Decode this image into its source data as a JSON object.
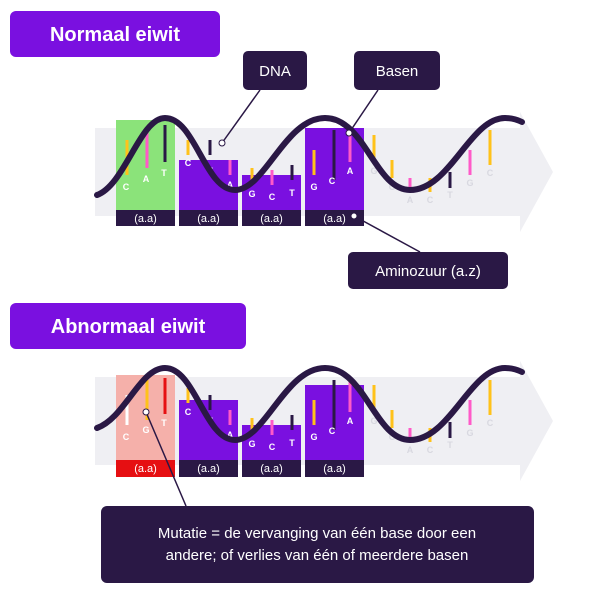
{
  "colors": {
    "purple": "#7a10e0",
    "navy": "#2a1845",
    "green": "#8be37a",
    "pink": "#f5b0aa",
    "red": "#e60f12",
    "yellow": "#ffc21a",
    "magenta": "#ff5ac8",
    "arrow": "#efeff3"
  },
  "normal": {
    "title": "Normaal eiwit",
    "dna_label": "DNA",
    "bases_label": "Basen",
    "amino_label": "Aminozuur (a.z)",
    "codons": [
      {
        "bases": [
          "C",
          "A",
          "T"
        ],
        "aa": "(a.a)"
      },
      {
        "bases": [
          "C",
          "T",
          "A"
        ],
        "aa": "(a.a)"
      },
      {
        "bases": [
          "G",
          "C",
          "T"
        ],
        "aa": "(a.a)"
      },
      {
        "bases": [
          "G",
          "C",
          "A"
        ],
        "aa": "(a.a)"
      }
    ],
    "faded_bases": [
      "G",
      "C",
      "A",
      "C",
      "T",
      "G",
      "C"
    ]
  },
  "abnormal": {
    "title": "Abnormaal eiwit",
    "mutation_text_line1": "Mutatie = de vervanging van één base door een",
    "mutation_text_line2": "andere; of verlies van één of meerdere basen",
    "codons": [
      {
        "bases": [
          "C",
          "G",
          "T"
        ],
        "aa": "(a.a)"
      },
      {
        "bases": [
          "C",
          "T",
          "A"
        ],
        "aa": "(a.a)"
      },
      {
        "bases": [
          "G",
          "C",
          "T"
        ],
        "aa": "(a.a)"
      },
      {
        "bases": [
          "G",
          "C",
          "A"
        ],
        "aa": "(a.a)"
      }
    ],
    "faded_bases": [
      "G",
      "C",
      "A",
      "C",
      "T",
      "G",
      "C"
    ]
  }
}
